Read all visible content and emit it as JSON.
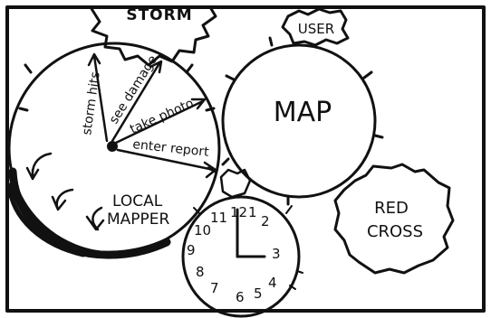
{
  "storm": {
    "label": "STORM"
  },
  "user": {
    "label": "USER"
  },
  "map": {
    "label": "MAP"
  },
  "red_cross": {
    "line1": "RED",
    "line2": "CROSS"
  },
  "local_mapper": {
    "line1": "LOCAL",
    "line2": "MAPPER",
    "spokes": [
      "storm hits",
      "see damage",
      "take photo",
      "enter report"
    ]
  },
  "clock": {
    "numbers": [
      "11",
      "12",
      "1",
      "2",
      "3",
      "4",
      "5",
      "6",
      "7",
      "8",
      "9",
      "10"
    ],
    "time": "3:00"
  }
}
